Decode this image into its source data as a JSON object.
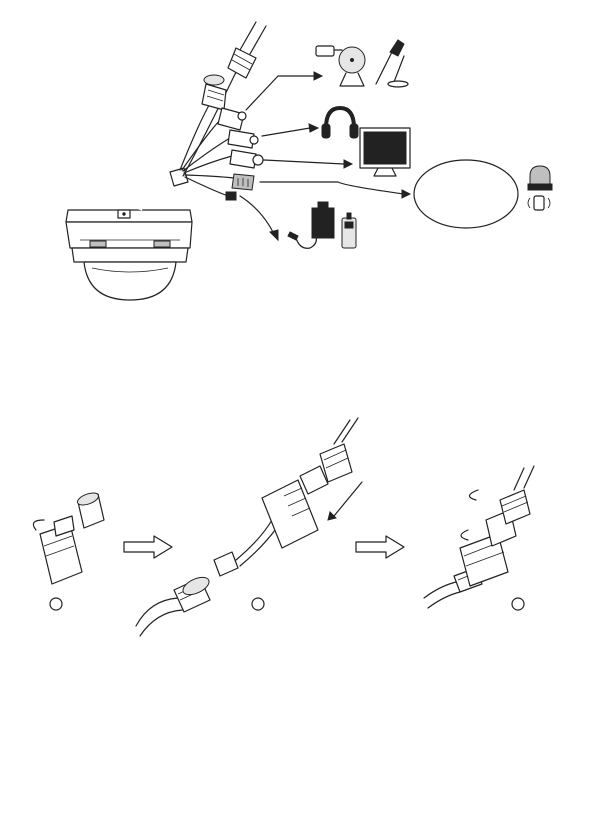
{
  "figure": {
    "top_diagram": {
      "devices": [
        "microphone",
        "headphones",
        "monitor",
        "alarm-input-output",
        "power-adapter"
      ]
    },
    "bottom_diagram": {
      "steps": [
        "",
        "",
        ""
      ]
    }
  }
}
